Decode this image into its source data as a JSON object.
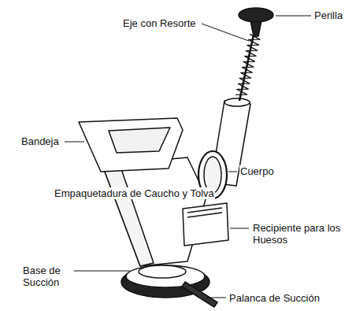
{
  "diagram": {
    "labels": [
      "Perilla",
      "Eje con Resorte",
      "Bandeja",
      "Empaquetadura de Caucho y Tolva",
      "Cuerpo",
      "Recipiente para los Huesos",
      "Base de Succión",
      "Palanca de Succión"
    ]
  }
}
